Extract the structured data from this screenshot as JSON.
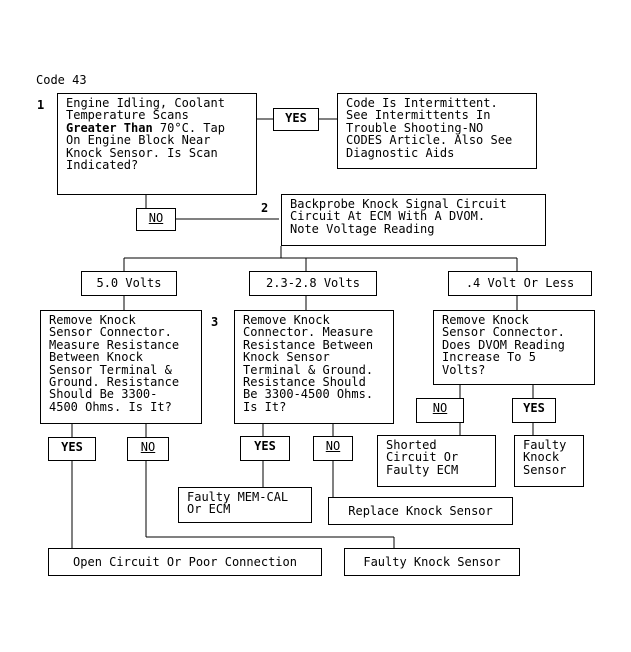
{
  "code_label": "Code 43",
  "step_numbers": {
    "s1": "1",
    "s2": "2",
    "s3": "3"
  },
  "nodes": {
    "step1_a": "Engine Idling, Coolant\nTemperature Scans\n",
    "step1_bold": "Greater Than",
    "step1_b": " 70°C. Tap\nOn Engine Block Near\nKnock Sensor. Is Scan\nIndicated?",
    "intermittent": "Code Is Intermittent.\nSee Intermittents In\nTrouble Shooting-NO\nCODES Article. Also See\nDiagnostic Aids",
    "step2": "Backprobe Knock Signal Circuit\nCircuit At ECM With A DVOM.\nNote Voltage Reading",
    "v5": "5.0 Volts",
    "v23": "2.3-2.8 Volts",
    "v04": ".4 Volt Or Less",
    "res_left": "Remove Knock\nSensor Connector.\nMeasure Resistance\nBetween Knock\nSensor Terminal &\nGround. Resistance\nShould Be 3300-\n4500 Ohms. Is It?",
    "res_mid": "Remove Knock\nConnector. Measure\nResistance Between\nKnock Sensor\nTerminal & Ground.\nResistance Should\nBe 3300-4500 Ohms.\nIs It?",
    "dvom_right": "Remove Knock\nSensor Connector.\nDoes DVOM Reading\nIncrease To 5\nVolts?",
    "shorted": "Shorted\nCircuit Or\nFaulty ECM",
    "faulty_knock_sensor_right": "Faulty\nKnock\nSensor",
    "faulty_memcal": "Faulty MEM-CAL\nOr ECM",
    "replace_knock": "Replace Knock Sensor",
    "open_circuit": "Open Circuit Or Poor Connection",
    "faulty_knock_bottom": "Faulty Knock Sensor"
  },
  "answers": {
    "yes": "YES",
    "no": "NO"
  }
}
